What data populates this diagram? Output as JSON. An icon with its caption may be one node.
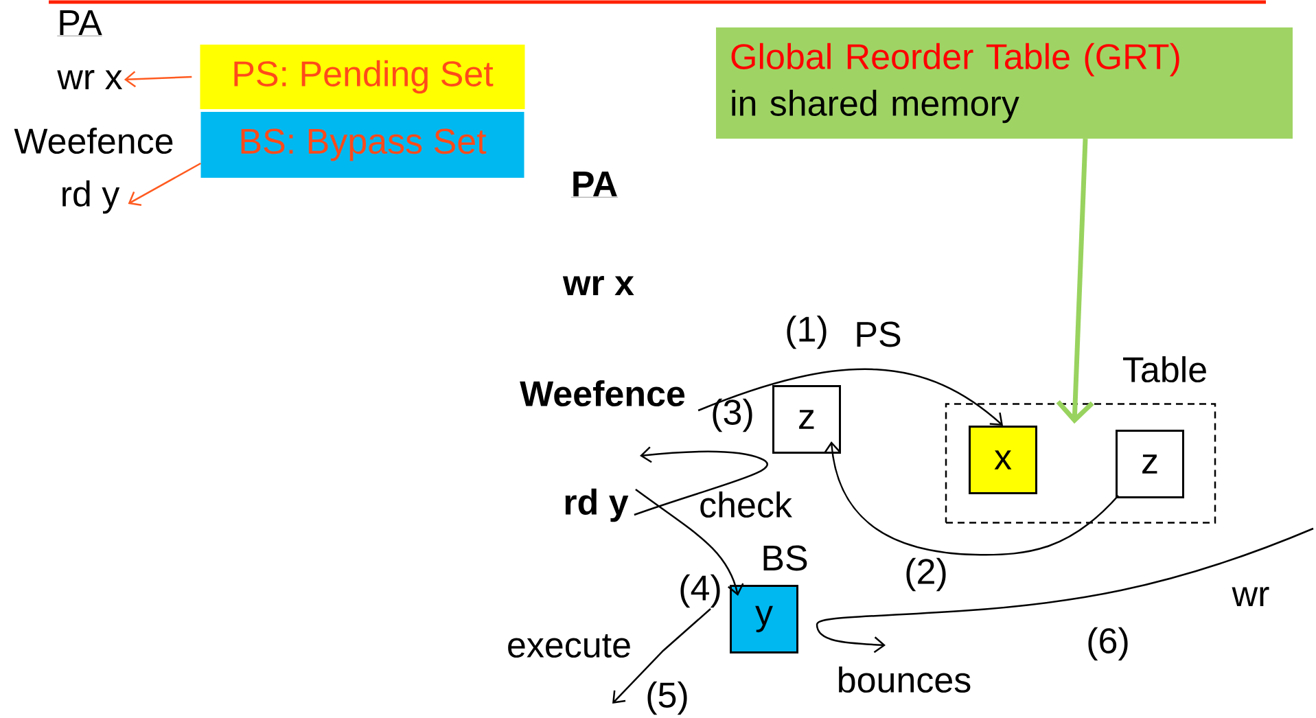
{
  "diagram": {
    "nodes": [
      {
        "text": [
          "wr x"
        ]
      },
      {
        "text": [
          "PS: Pending Set"
        ]
      },
      {
        "text": [
          "BS: Bypass Set"
        ]
      },
      {
        "text": [
          "rd y"
        ]
      },
      {
        "text": [
          "Global Reorder Table (GRT)",
          "in shared memory"
        ]
      },
      {
        "text": [
          "Weefence"
        ]
      },
      {
        "text": [
          "z"
        ]
      },
      {
        "text": [
          "rd y"
        ]
      },
      {
        "text": [
          "Table"
        ]
      },
      {
        "text": [
          "x"
        ],
        "in": 8
      },
      {
        "text": [
          "z"
        ],
        "in": 8
      },
      {
        "text": [
          "y"
        ]
      }
    ],
    "edges": [
      {
        "from": 1,
        "to": 0,
        "arrow": "to",
        "color": "#ff5a1f"
      },
      {
        "from": 2,
        "to": 3,
        "arrow": "to",
        "color": "#ff5a1f"
      },
      {
        "from": 4,
        "to": 8,
        "arrow": "to",
        "style": "thick",
        "color": "#99d35f"
      },
      {
        "from": 5,
        "to": 9,
        "arrow": "to"
      },
      {
        "from": 10,
        "to": 6,
        "arrow": "to"
      },
      {
        "from": 7,
        "to": null,
        "arrow": "to"
      },
      {
        "from": 7,
        "to": 11,
        "arrow": "to"
      },
      {
        "from": 11,
        "to": null,
        "arrow": "to"
      }
    ],
    "labels": [
      "PA",
      "Weefence",
      "PA",
      "wr x",
      "(1)",
      "PS",
      "(3)",
      "check",
      "BS",
      "(4)",
      "execute",
      "(5)",
      "(2)",
      "bounces",
      "wr",
      "(6)"
    ]
  }
}
